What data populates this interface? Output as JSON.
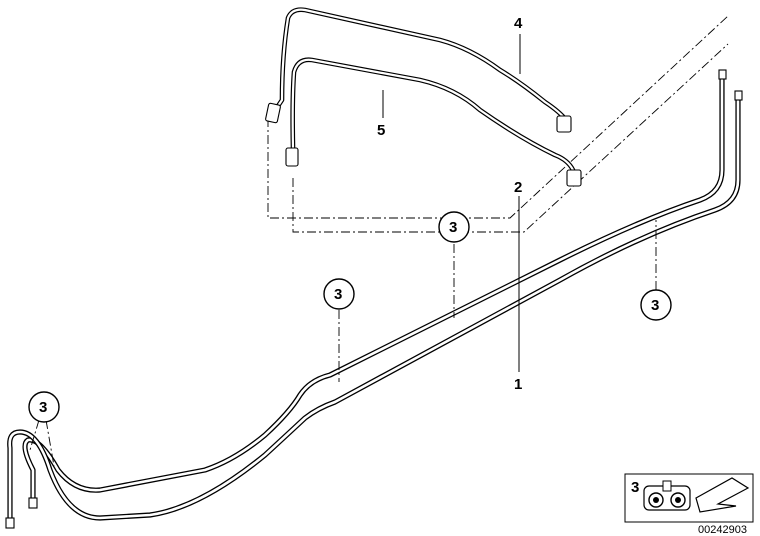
{
  "diagram": {
    "part_labels": {
      "p1": "1",
      "p2": "2",
      "p4": "4",
      "p5": "5"
    },
    "callouts": {
      "c1": "3",
      "c2": "3",
      "c3": "3",
      "c4": "3"
    },
    "legend": {
      "number": "3"
    },
    "drawing_number": "00242903"
  }
}
